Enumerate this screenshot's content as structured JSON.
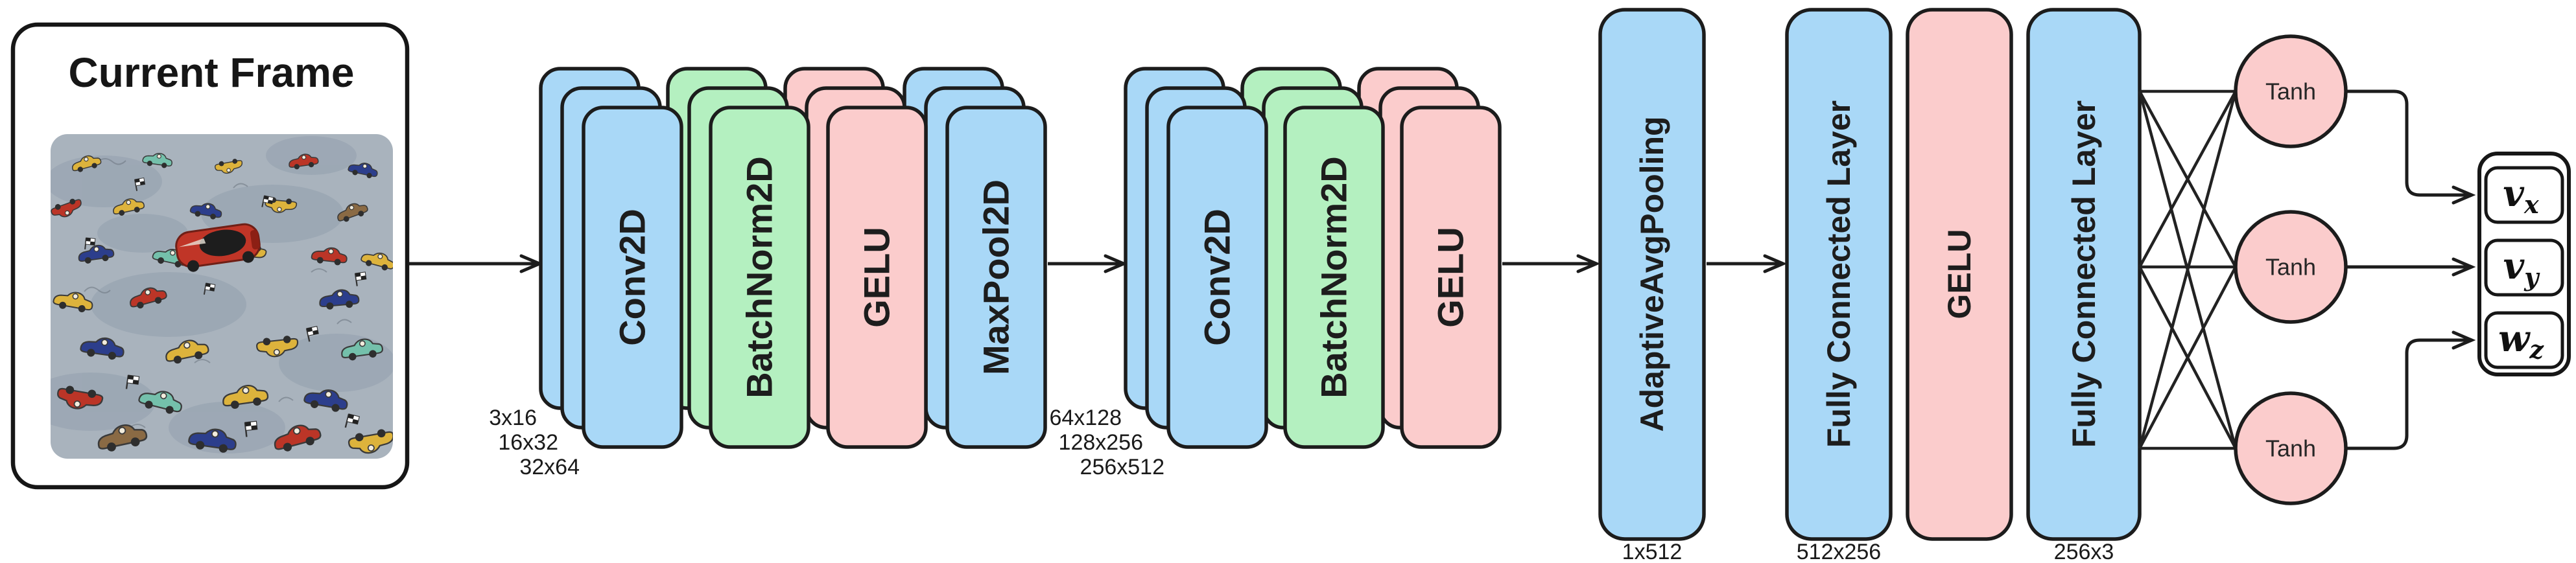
{
  "input": {
    "title": "Current Frame"
  },
  "stack1": {
    "blocks": [
      {
        "label": "Conv2D",
        "color": "blue"
      },
      {
        "label": "BatchNorm2D",
        "color": "green"
      },
      {
        "label": "GELU",
        "color": "pink"
      },
      {
        "label": "MaxPool2D",
        "color": "blue"
      }
    ],
    "dims": [
      "3x16",
      "16x32",
      "32x64"
    ]
  },
  "stack2": {
    "blocks": [
      {
        "label": "Conv2D",
        "color": "blue"
      },
      {
        "label": "BatchNorm2D",
        "color": "green"
      },
      {
        "label": "GELU",
        "color": "pink"
      }
    ],
    "dims": [
      "64x128",
      "128x256",
      "256x512"
    ]
  },
  "pipeline": [
    {
      "label": "AdaptiveAvgPooling",
      "dim": "1x512",
      "color": "blue"
    },
    {
      "label": "Fully Connected Layer",
      "dim": "512x256",
      "color": "blue"
    },
    {
      "label": "GELU",
      "dim": "",
      "color": "pink"
    },
    {
      "label": "Fully Connected Layer",
      "dim": "256x3",
      "color": "blue"
    }
  ],
  "activations": [
    {
      "label": "Tanh"
    },
    {
      "label": "Tanh"
    },
    {
      "label": "Tanh"
    }
  ],
  "outputs": [
    {
      "main": "v",
      "sub": "x"
    },
    {
      "main": "v",
      "sub": "y"
    },
    {
      "main": "w",
      "sub": "z"
    }
  ],
  "colors": {
    "layer_blue": "#a9d8f7",
    "layer_green": "#b4f0c0",
    "layer_pink": "#fbcccc",
    "stroke": "#1c1c1c",
    "background": "#ffffff",
    "photo_mat": "#a9b3bd",
    "photo_car_yellow": "#ddb33c",
    "photo_car_red": "#bb3527",
    "photo_car_blue": "#2c3e8c",
    "photo_car_teal": "#74c0ab",
    "photo_car_brown": "#8a6a44",
    "photo_rc_car": "#c03527"
  }
}
